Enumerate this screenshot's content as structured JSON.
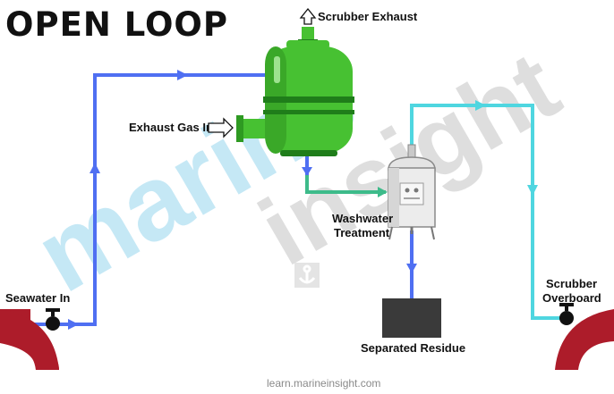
{
  "title": "OPEN LOOP",
  "labels": {
    "scrubber_exhaust": "Scrubber Exhaust",
    "exhaust_gas_in": "Exhaust Gas In",
    "washwater_line1": "Washwater",
    "washwater_line2": "Treatment",
    "seawater_in": "Seawater In",
    "scrubber_overboard_line1": "Scrubber",
    "scrubber_overboard_line2": "Overboard",
    "separated_residue": "Separated Residue"
  },
  "watermark": {
    "word1": "marine",
    "word2": "insight"
  },
  "footer": "learn.marineinsight.com",
  "colors": {
    "seawater_line": "#4f6ff2",
    "overboard_line": "#4fd6e0",
    "washwater_line": "#3dbb8a",
    "scrubber_body": "#47c132",
    "scrubber_dark": "#1f7d1a",
    "pipe_red": "#ad1c2a",
    "residue_box": "#3a3a3a"
  },
  "icons": [
    "valve-icon",
    "arrow-outline-icon",
    "anchor-icon"
  ]
}
